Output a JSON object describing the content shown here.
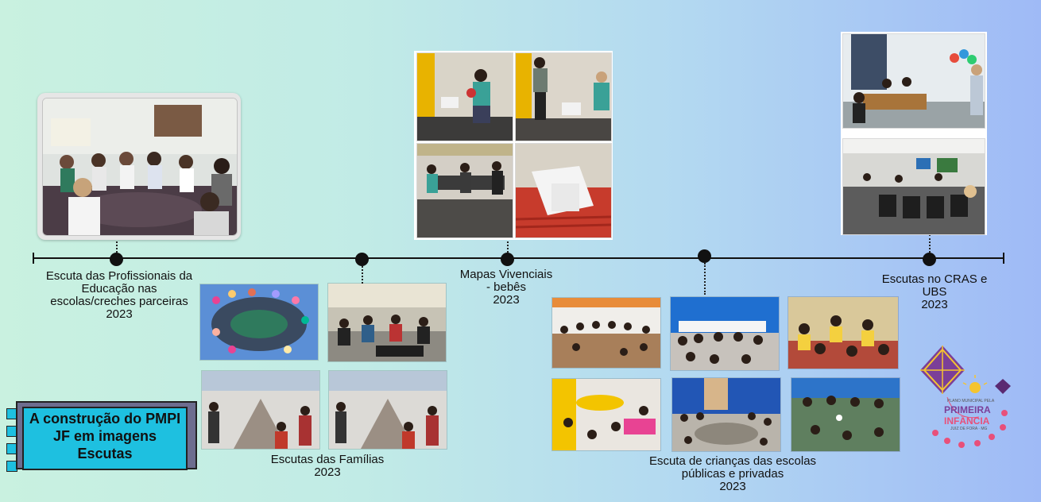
{
  "title_box": {
    "lines": [
      "A construção do PMPI",
      "JF em imagens",
      "Escutas"
    ]
  },
  "milestones": [
    {
      "lines": [
        "Escuta das Profissionais da",
        "Educação nas",
        "escolas/creches parceiras",
        "2023"
      ]
    },
    {
      "lines": [
        "Escutas das Famílias",
        "2023"
      ]
    },
    {
      "lines": [
        "Mapas Vivenciais",
        "- bebês",
        "2023"
      ]
    },
    {
      "lines": [
        "Escuta de crianças das escolas",
        "públicas e privadas",
        "2023"
      ]
    },
    {
      "lines": [
        "Escutas no CRAS e",
        "UBS",
        "2023"
      ]
    }
  ],
  "logo": {
    "caption": "PLANO MUNICIPAL PELA",
    "word1": "PRIMEIRA",
    "word2": "INFÂNCIA",
    "city": "JUIZ DE FORA · MG"
  },
  "colors": {
    "title_fill": "#1ec0e0",
    "title_shadow": "#6d6d8f",
    "timeline": "#111111",
    "logo_purple": "#7b3f98",
    "logo_pink": "#e8507a"
  }
}
